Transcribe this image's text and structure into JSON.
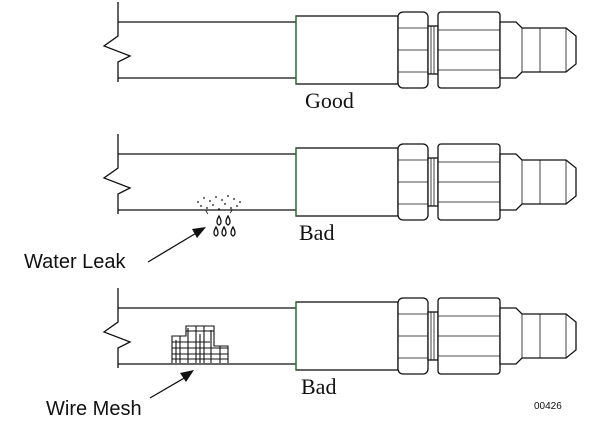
{
  "hoses": [
    {
      "status_label": "Good",
      "defect": "none"
    },
    {
      "status_label": "Bad",
      "defect": "water-leak"
    },
    {
      "status_label": "Bad",
      "defect": "wire-mesh"
    }
  ],
  "callouts": {
    "water_leak": "Water Leak",
    "wire_mesh": "Wire Mesh"
  },
  "figure_number": "00426",
  "colors": {
    "line": "#111111",
    "collar_seam": "#2e7d32"
  }
}
